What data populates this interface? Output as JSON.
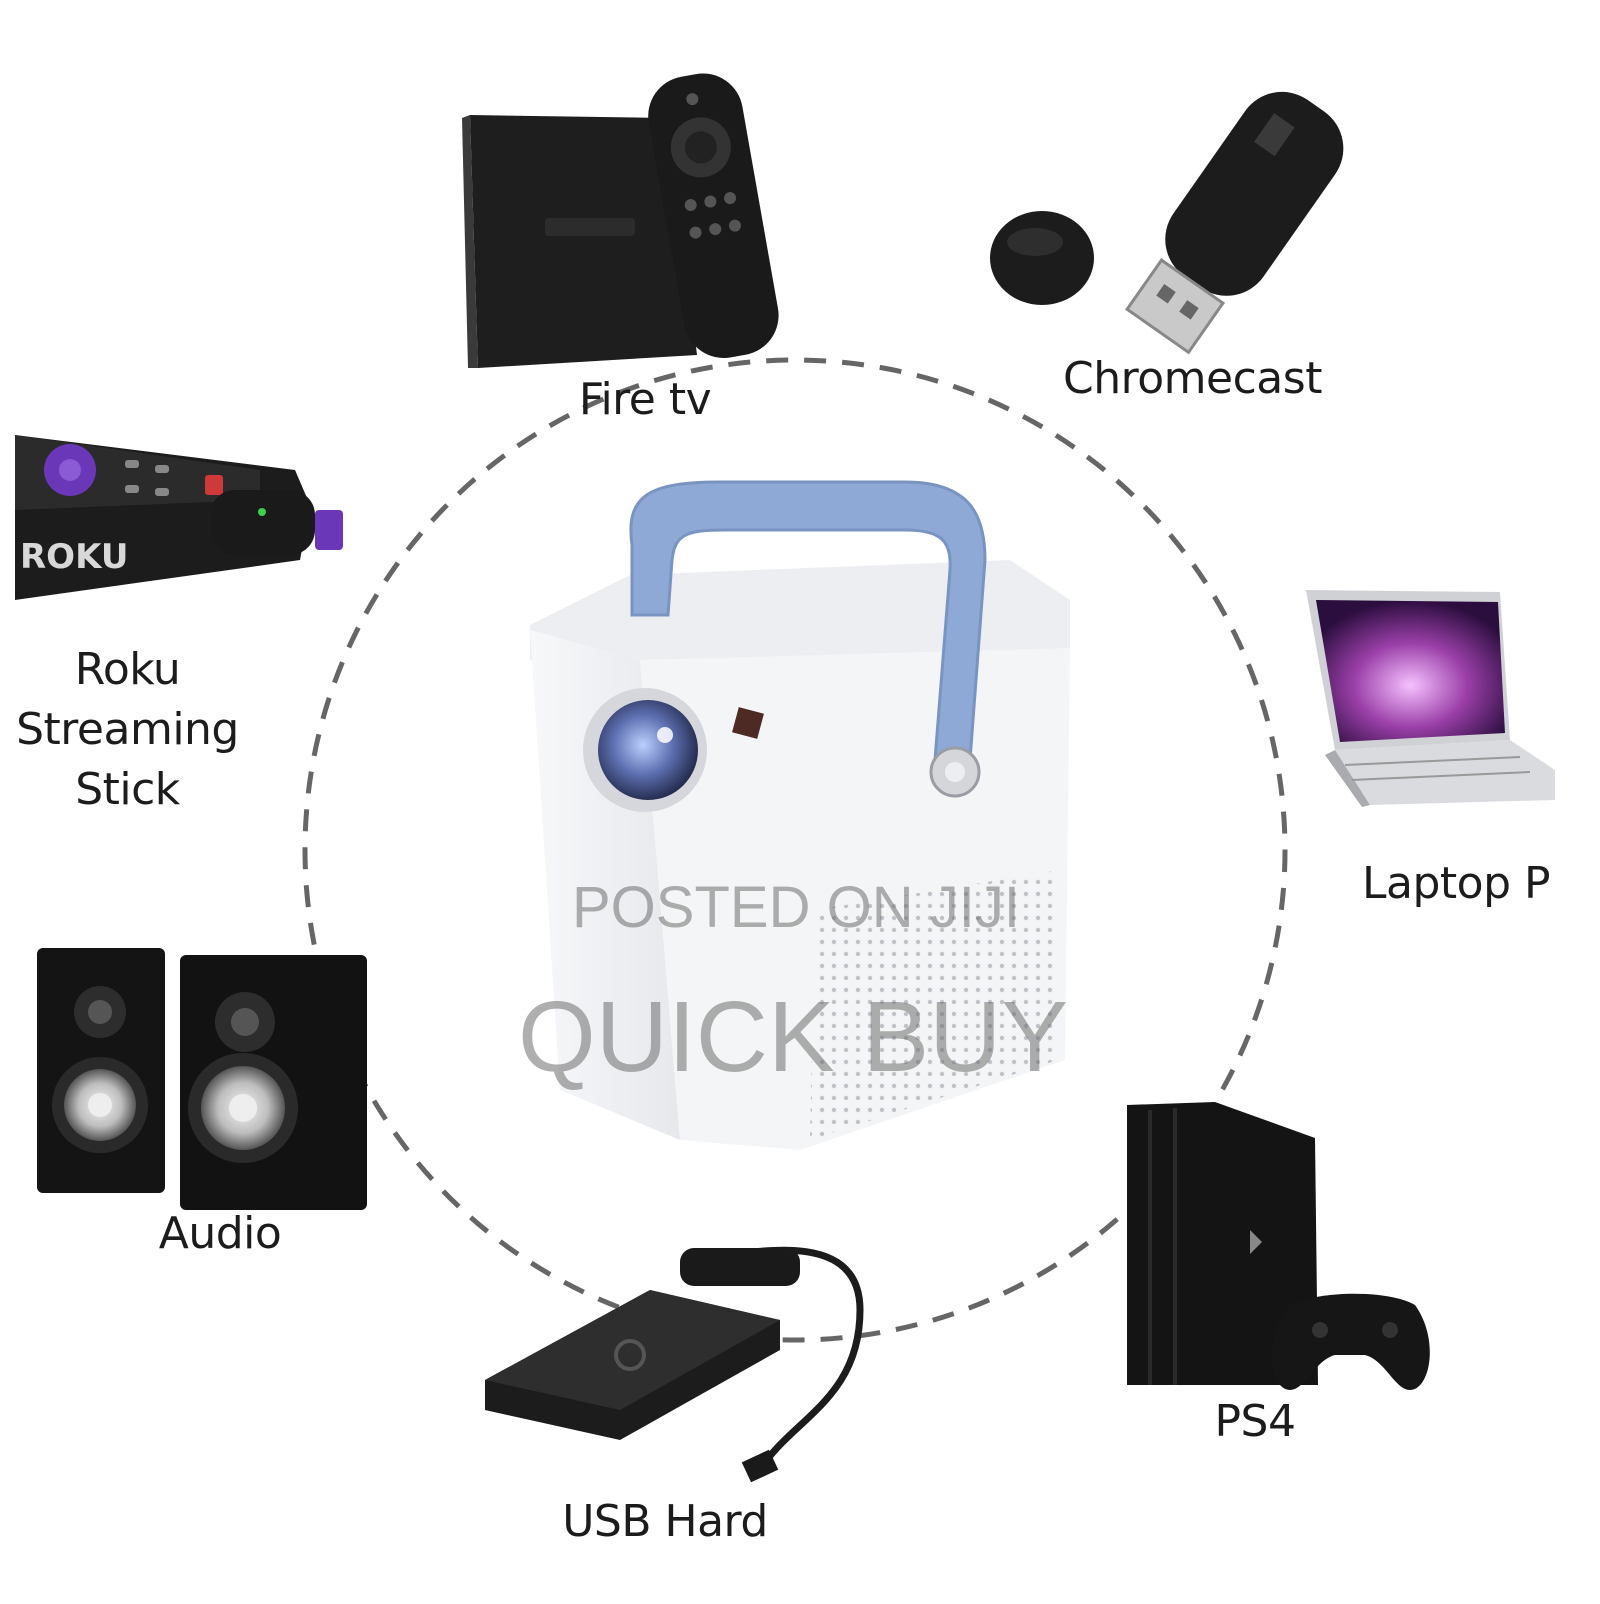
{
  "devices": {
    "fire_tv": "Fire tv",
    "chromecast": "Chromecast",
    "roku": [
      "Roku",
      "Streaming",
      "Stick"
    ],
    "laptop": "Laptop P",
    "audio": "Audio",
    "usb_hard": "USB Hard",
    "ps4": "PS4"
  },
  "watermark": {
    "line1": "POSTED ON JIJI",
    "line2": "QUICK BUY"
  },
  "colors": {
    "handle": "#8fa9d6",
    "device_dark": "#1e1e1e",
    "dashed_circle": "#666666",
    "projector_body": "#f2f3f5"
  }
}
